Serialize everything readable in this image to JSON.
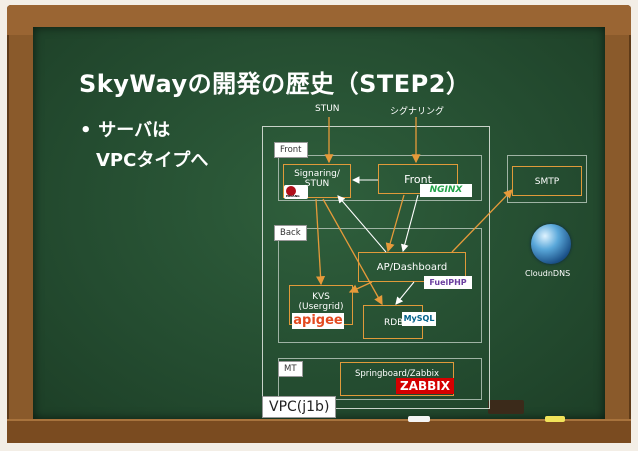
{
  "slide": {
    "title": "SkyWayの開発の歴史（STEP2）",
    "bullet_line1": "サーバは",
    "bullet_line2": "VPCタイプへ"
  },
  "diagram": {
    "labels": {
      "stun": "STUN",
      "signaling": "シグナリング"
    },
    "tiers": {
      "front": "Front",
      "back": "Back",
      "mt": "MT",
      "vpc": "VPC(j1b)"
    },
    "nodes": {
      "signaring_stun": "Signaring/\nSTUN",
      "front": "Front",
      "smtp": "SMTP",
      "ap_dashboard": "AP/Dashboard",
      "kvs": "KVS\n(Usergrid)",
      "rdb": "RDB",
      "springboard": "Springboard/Zabbix",
      "cloudn_dns": "CloudnDNS"
    },
    "logos": {
      "nginx": "NGINX",
      "fuelphp": "FuelPHP",
      "apigee": "apigee",
      "mysql": "MySQL",
      "zabbix": "ZABBIX",
      "erlang": "ERLANG"
    },
    "colors": {
      "arrow": "#e69a3a",
      "board": "#2a5636",
      "frame": "#8a5a2b"
    }
  }
}
